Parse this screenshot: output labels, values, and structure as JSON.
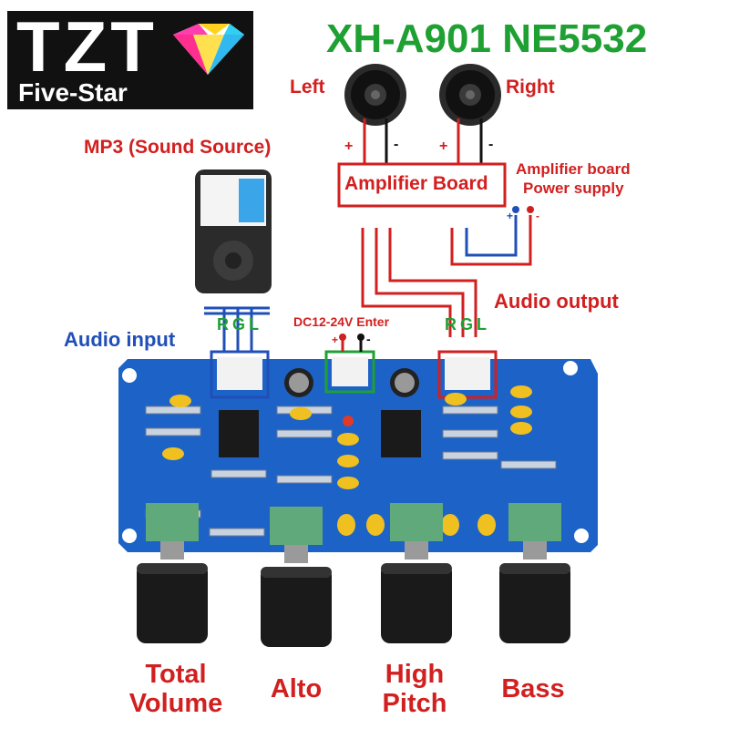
{
  "logo": {
    "brand": "TZT",
    "subtitle": "Five-Star"
  },
  "title": "XH-A901 NE5532",
  "speakers": {
    "left": "Left",
    "right": "Right"
  },
  "source": {
    "label": "MP3 (Sound Source)"
  },
  "amplifier": {
    "label": "Amplifier Board",
    "power_line1": "Amplifier board",
    "power_line2": "Power supply"
  },
  "connectors": {
    "audio_input": "Audio input",
    "audio_output": "Audio output",
    "power_input": "DC12-24V Enter",
    "rgl_in": "RGL",
    "rgl_out": "RGL"
  },
  "polarity": {
    "plus": "+",
    "minus": "-"
  },
  "knobs": [
    {
      "line1": "Total",
      "line2": "Volume"
    },
    {
      "line1": "Alto",
      "line2": ""
    },
    {
      "line1": "High",
      "line2": "Pitch"
    },
    {
      "line1": "Bass",
      "line2": ""
    }
  ],
  "colors": {
    "red": "#d21f1f",
    "blue": "#1f4fb8",
    "green": "#1fa033",
    "pcb": "#1d63c7"
  }
}
